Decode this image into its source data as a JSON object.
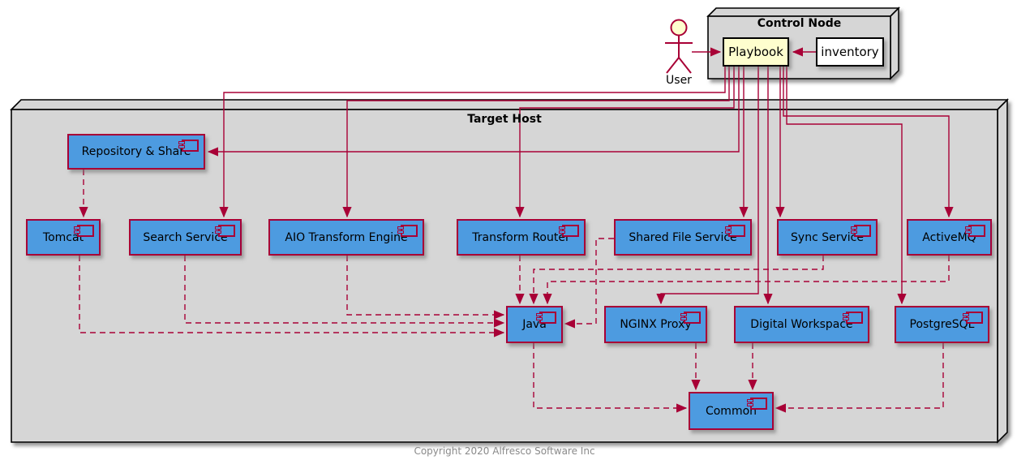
{
  "actor": {
    "label": "User"
  },
  "control_node": {
    "title": "Control Node",
    "playbook_label": "Playbook",
    "inventory_label": "inventory"
  },
  "target_host": {
    "title": "Target Host",
    "components": [
      {
        "id": "repository-share",
        "label": "Repository & Share"
      },
      {
        "id": "tomcat",
        "label": "Tomcat"
      },
      {
        "id": "search-service",
        "label": "Search Service"
      },
      {
        "id": "aio-transform-engine",
        "label": "AIO Transform Engine"
      },
      {
        "id": "transform-router",
        "label": "Transform Router"
      },
      {
        "id": "shared-file-service",
        "label": "Shared File Service"
      },
      {
        "id": "sync-service",
        "label": "Sync Service"
      },
      {
        "id": "activemq",
        "label": "ActiveMQ"
      },
      {
        "id": "java",
        "label": "Java"
      },
      {
        "id": "nginx-proxy",
        "label": "NGINX Proxy"
      },
      {
        "id": "digital-workspace",
        "label": "Digital Workspace"
      },
      {
        "id": "postgresql",
        "label": "PostgreSQL"
      },
      {
        "id": "common",
        "label": "Common"
      }
    ]
  },
  "edges": [
    {
      "from": "user",
      "to": "playbook",
      "style": "solid"
    },
    {
      "from": "inventory",
      "to": "playbook",
      "style": "solid"
    },
    {
      "from": "playbook",
      "to": "search-service",
      "style": "solid"
    },
    {
      "from": "playbook",
      "to": "aio-transform-engine",
      "style": "solid"
    },
    {
      "from": "playbook",
      "to": "transform-router",
      "style": "solid"
    },
    {
      "from": "playbook",
      "to": "repository-share",
      "style": "solid"
    },
    {
      "from": "playbook",
      "to": "shared-file-service",
      "style": "solid"
    },
    {
      "from": "playbook",
      "to": "nginx-proxy",
      "style": "solid"
    },
    {
      "from": "playbook",
      "to": "digital-workspace",
      "style": "solid"
    },
    {
      "from": "playbook",
      "to": "sync-service",
      "style": "solid"
    },
    {
      "from": "playbook",
      "to": "activemq",
      "style": "solid"
    },
    {
      "from": "playbook",
      "to": "postgresql",
      "style": "solid"
    },
    {
      "from": "repository-share",
      "to": "tomcat",
      "style": "dashed"
    },
    {
      "from": "tomcat",
      "to": "java",
      "style": "dashed"
    },
    {
      "from": "search-service",
      "to": "java",
      "style": "dashed"
    },
    {
      "from": "aio-transform-engine",
      "to": "java",
      "style": "dashed"
    },
    {
      "from": "transform-router",
      "to": "java",
      "style": "dashed"
    },
    {
      "from": "sync-service",
      "to": "java",
      "style": "dashed"
    },
    {
      "from": "activemq",
      "to": "java",
      "style": "dashed"
    },
    {
      "from": "shared-file-service",
      "to": "java",
      "style": "dashed"
    },
    {
      "from": "java",
      "to": "common",
      "style": "dashed"
    },
    {
      "from": "nginx-proxy",
      "to": "common",
      "style": "dashed"
    },
    {
      "from": "digital-workspace",
      "to": "common",
      "style": "dashed"
    },
    {
      "from": "postgresql",
      "to": "common",
      "style": "dashed"
    }
  ],
  "footer": {
    "copyright": "Copyright 2020 Alfresco Software Inc"
  },
  "colors": {
    "line": "#A80036",
    "component_fill": "#4D9BE0",
    "component_border": "#A80036",
    "node_fill": "#D6D6D6",
    "playbook_fill": "#FEFECE",
    "inventory_fill": "#FFFFFF",
    "copyright_text": "#8A8A8A"
  }
}
